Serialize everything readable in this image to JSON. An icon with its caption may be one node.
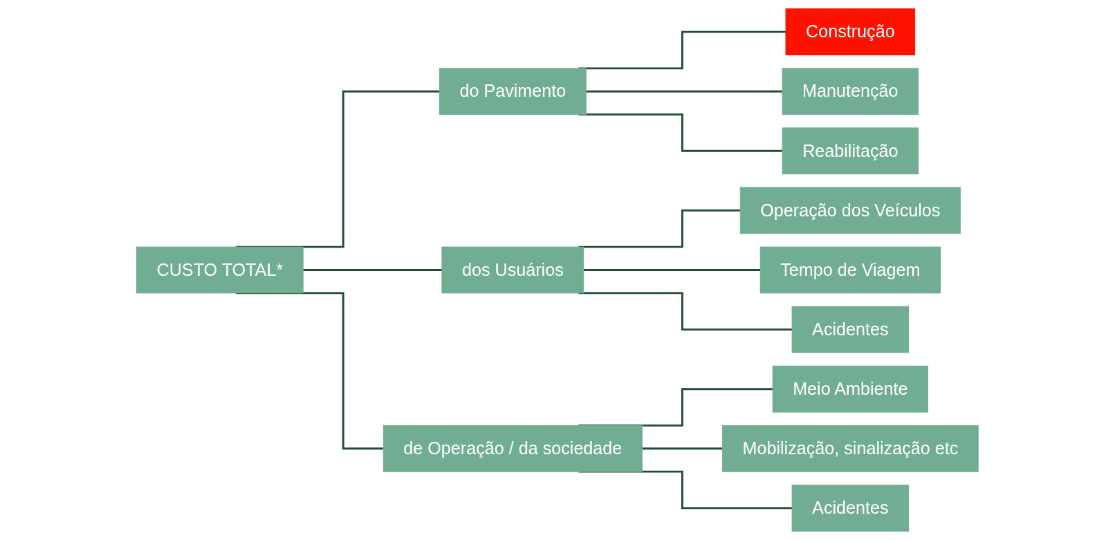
{
  "diagram": {
    "nodes": [
      {
        "text": [
          "CUSTO TOTAL*"
        ]
      },
      {
        "text": [
          "do Pavimento"
        ]
      },
      {
        "text": [
          "dos Usuários"
        ]
      },
      {
        "text": [
          "de Operação / da sociedade"
        ]
      },
      {
        "text": [
          "Construção"
        ]
      },
      {
        "text": [
          "Manutenção"
        ]
      },
      {
        "text": [
          "Reabilitação"
        ]
      },
      {
        "text": [
          "Operação dos Veículos"
        ]
      },
      {
        "text": [
          "Tempo de Viagem"
        ]
      },
      {
        "text": [
          "Acidentes"
        ]
      },
      {
        "text": [
          "Meio Ambiente"
        ]
      },
      {
        "text": [
          "Mobilização, sinalização etc"
        ]
      },
      {
        "text": [
          "Acidentes"
        ]
      }
    ],
    "edges": [
      {
        "from": 0,
        "to": 1,
        "arrow": "none"
      },
      {
        "from": 0,
        "to": 2,
        "arrow": "none"
      },
      {
        "from": 0,
        "to": 3,
        "arrow": "none"
      },
      {
        "from": 1,
        "to": 4,
        "arrow": "none"
      },
      {
        "from": 1,
        "to": 5,
        "arrow": "none"
      },
      {
        "from": 1,
        "to": 6,
        "arrow": "none"
      },
      {
        "from": 2,
        "to": 7,
        "arrow": "none"
      },
      {
        "from": 2,
        "to": 8,
        "arrow": "none"
      },
      {
        "from": 2,
        "to": 9,
        "arrow": "none"
      },
      {
        "from": 3,
        "to": 10,
        "arrow": "none"
      },
      {
        "from": 3,
        "to": 11,
        "arrow": "none"
      },
      {
        "from": 3,
        "to": 12,
        "arrow": "none"
      }
    ]
  }
}
